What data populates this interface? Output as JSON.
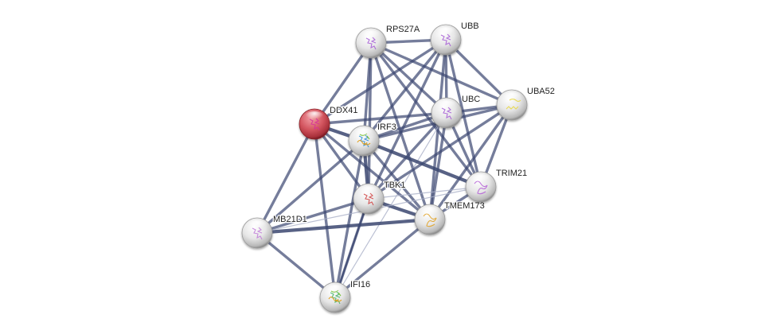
{
  "network": {
    "query_color": "#c43a45",
    "default_node_color": "#e8e8e8",
    "edge_color": "#3b4670",
    "weak_edge_color": "#aab0c8",
    "nodes": [
      {
        "id": "RPS27A",
        "label": "RPS27A",
        "query": false,
        "structure": "purple-fold",
        "structure_color": "#a65cd6"
      },
      {
        "id": "UBB",
        "label": "UBB",
        "query": false,
        "structure": "purple-fold",
        "structure_color": "#a65cd6"
      },
      {
        "id": "UBA52",
        "label": "UBA52",
        "query": false,
        "structure": "yellow-helix",
        "structure_color": "#e8d63a"
      },
      {
        "id": "UBC",
        "label": "UBC",
        "query": false,
        "structure": "purple-fold",
        "structure_color": "#a65cd6"
      },
      {
        "id": "DDX41",
        "label": "DDX41",
        "query": true,
        "structure": "pink-fold",
        "structure_color": "#d6309a"
      },
      {
        "id": "IRF3",
        "label": "IRF3",
        "query": false,
        "structure": "rainbow-fold",
        "structure_color": "#2a8ad6"
      },
      {
        "id": "TRIM21",
        "label": "TRIM21",
        "query": false,
        "structure": "purple-coil",
        "structure_color": "#b35cd6"
      },
      {
        "id": "TBK1",
        "label": "TBK1",
        "query": false,
        "structure": "red-fold",
        "structure_color": "#d04040"
      },
      {
        "id": "TMEM173",
        "label": "TMEM173",
        "query": false,
        "structure": "orange-coil",
        "structure_color": "#e0a020"
      },
      {
        "id": "MB21D1",
        "label": "MB21D1",
        "query": false,
        "structure": "purple-fold",
        "structure_color": "#c07ad8"
      },
      {
        "id": "IFI16",
        "label": "IFI16",
        "query": false,
        "structure": "rainbow-fold",
        "structure_color": "#3ab060"
      }
    ],
    "edges": [
      {
        "source": "RPS27A",
        "target": "UBB",
        "weight": 3
      },
      {
        "source": "RPS27A",
        "target": "UBC",
        "weight": 3
      },
      {
        "source": "RPS27A",
        "target": "UBA52",
        "weight": 3
      },
      {
        "source": "RPS27A",
        "target": "DDX41",
        "weight": 3
      },
      {
        "source": "RPS27A",
        "target": "IRF3",
        "weight": 3
      },
      {
        "source": "RPS27A",
        "target": "TBK1",
        "weight": 3
      },
      {
        "source": "RPS27A",
        "target": "TRIM21",
        "weight": 3
      },
      {
        "source": "RPS27A",
        "target": "TMEM173",
        "weight": 3
      },
      {
        "source": "UBB",
        "target": "UBC",
        "weight": 3
      },
      {
        "source": "UBB",
        "target": "UBA52",
        "weight": 3
      },
      {
        "source": "UBB",
        "target": "DDX41",
        "weight": 3
      },
      {
        "source": "UBB",
        "target": "IRF3",
        "weight": 3
      },
      {
        "source": "UBB",
        "target": "TBK1",
        "weight": 3
      },
      {
        "source": "UBB",
        "target": "TRIM21",
        "weight": 3
      },
      {
        "source": "UBB",
        "target": "TMEM173",
        "weight": 3
      },
      {
        "source": "UBC",
        "target": "UBA52",
        "weight": 3
      },
      {
        "source": "UBC",
        "target": "DDX41",
        "weight": 3
      },
      {
        "source": "UBC",
        "target": "IRF3",
        "weight": 3
      },
      {
        "source": "UBC",
        "target": "TBK1",
        "weight": 3
      },
      {
        "source": "UBC",
        "target": "TRIM21",
        "weight": 3
      },
      {
        "source": "UBC",
        "target": "TMEM173",
        "weight": 3
      },
      {
        "source": "UBC",
        "target": "IFI16",
        "weight": 1
      },
      {
        "source": "UBA52",
        "target": "IRF3",
        "weight": 3
      },
      {
        "source": "UBA52",
        "target": "TBK1",
        "weight": 3
      },
      {
        "source": "UBA52",
        "target": "TRIM21",
        "weight": 3
      },
      {
        "source": "UBA52",
        "target": "TMEM173",
        "weight": 3
      },
      {
        "source": "DDX41",
        "target": "IRF3",
        "weight": 4
      },
      {
        "source": "DDX41",
        "target": "TBK1",
        "weight": 3
      },
      {
        "source": "DDX41",
        "target": "TMEM173",
        "weight": 3
      },
      {
        "source": "DDX41",
        "target": "MB21D1",
        "weight": 3
      },
      {
        "source": "DDX41",
        "target": "IFI16",
        "weight": 3
      },
      {
        "source": "IRF3",
        "target": "TBK1",
        "weight": 4
      },
      {
        "source": "IRF3",
        "target": "TRIM21",
        "weight": 4
      },
      {
        "source": "IRF3",
        "target": "TMEM173",
        "weight": 3
      },
      {
        "source": "IRF3",
        "target": "MB21D1",
        "weight": 3
      },
      {
        "source": "IRF3",
        "target": "IFI16",
        "weight": 3
      },
      {
        "source": "TBK1",
        "target": "TMEM173",
        "weight": 4
      },
      {
        "source": "TBK1",
        "target": "MB21D1",
        "weight": 3
      },
      {
        "source": "TBK1",
        "target": "IFI16",
        "weight": 3
      },
      {
        "source": "TBK1",
        "target": "TRIM21",
        "weight": 1
      },
      {
        "source": "TMEM173",
        "target": "MB21D1",
        "weight": 4
      },
      {
        "source": "TMEM173",
        "target": "IFI16",
        "weight": 3
      },
      {
        "source": "TMEM173",
        "target": "TRIM21",
        "weight": 3
      },
      {
        "source": "MB21D1",
        "target": "IFI16",
        "weight": 3
      },
      {
        "source": "MB21D1",
        "target": "TRIM21",
        "weight": 1
      },
      {
        "source": "IFI16",
        "target": "TBK1",
        "weight": 2
      }
    ]
  }
}
